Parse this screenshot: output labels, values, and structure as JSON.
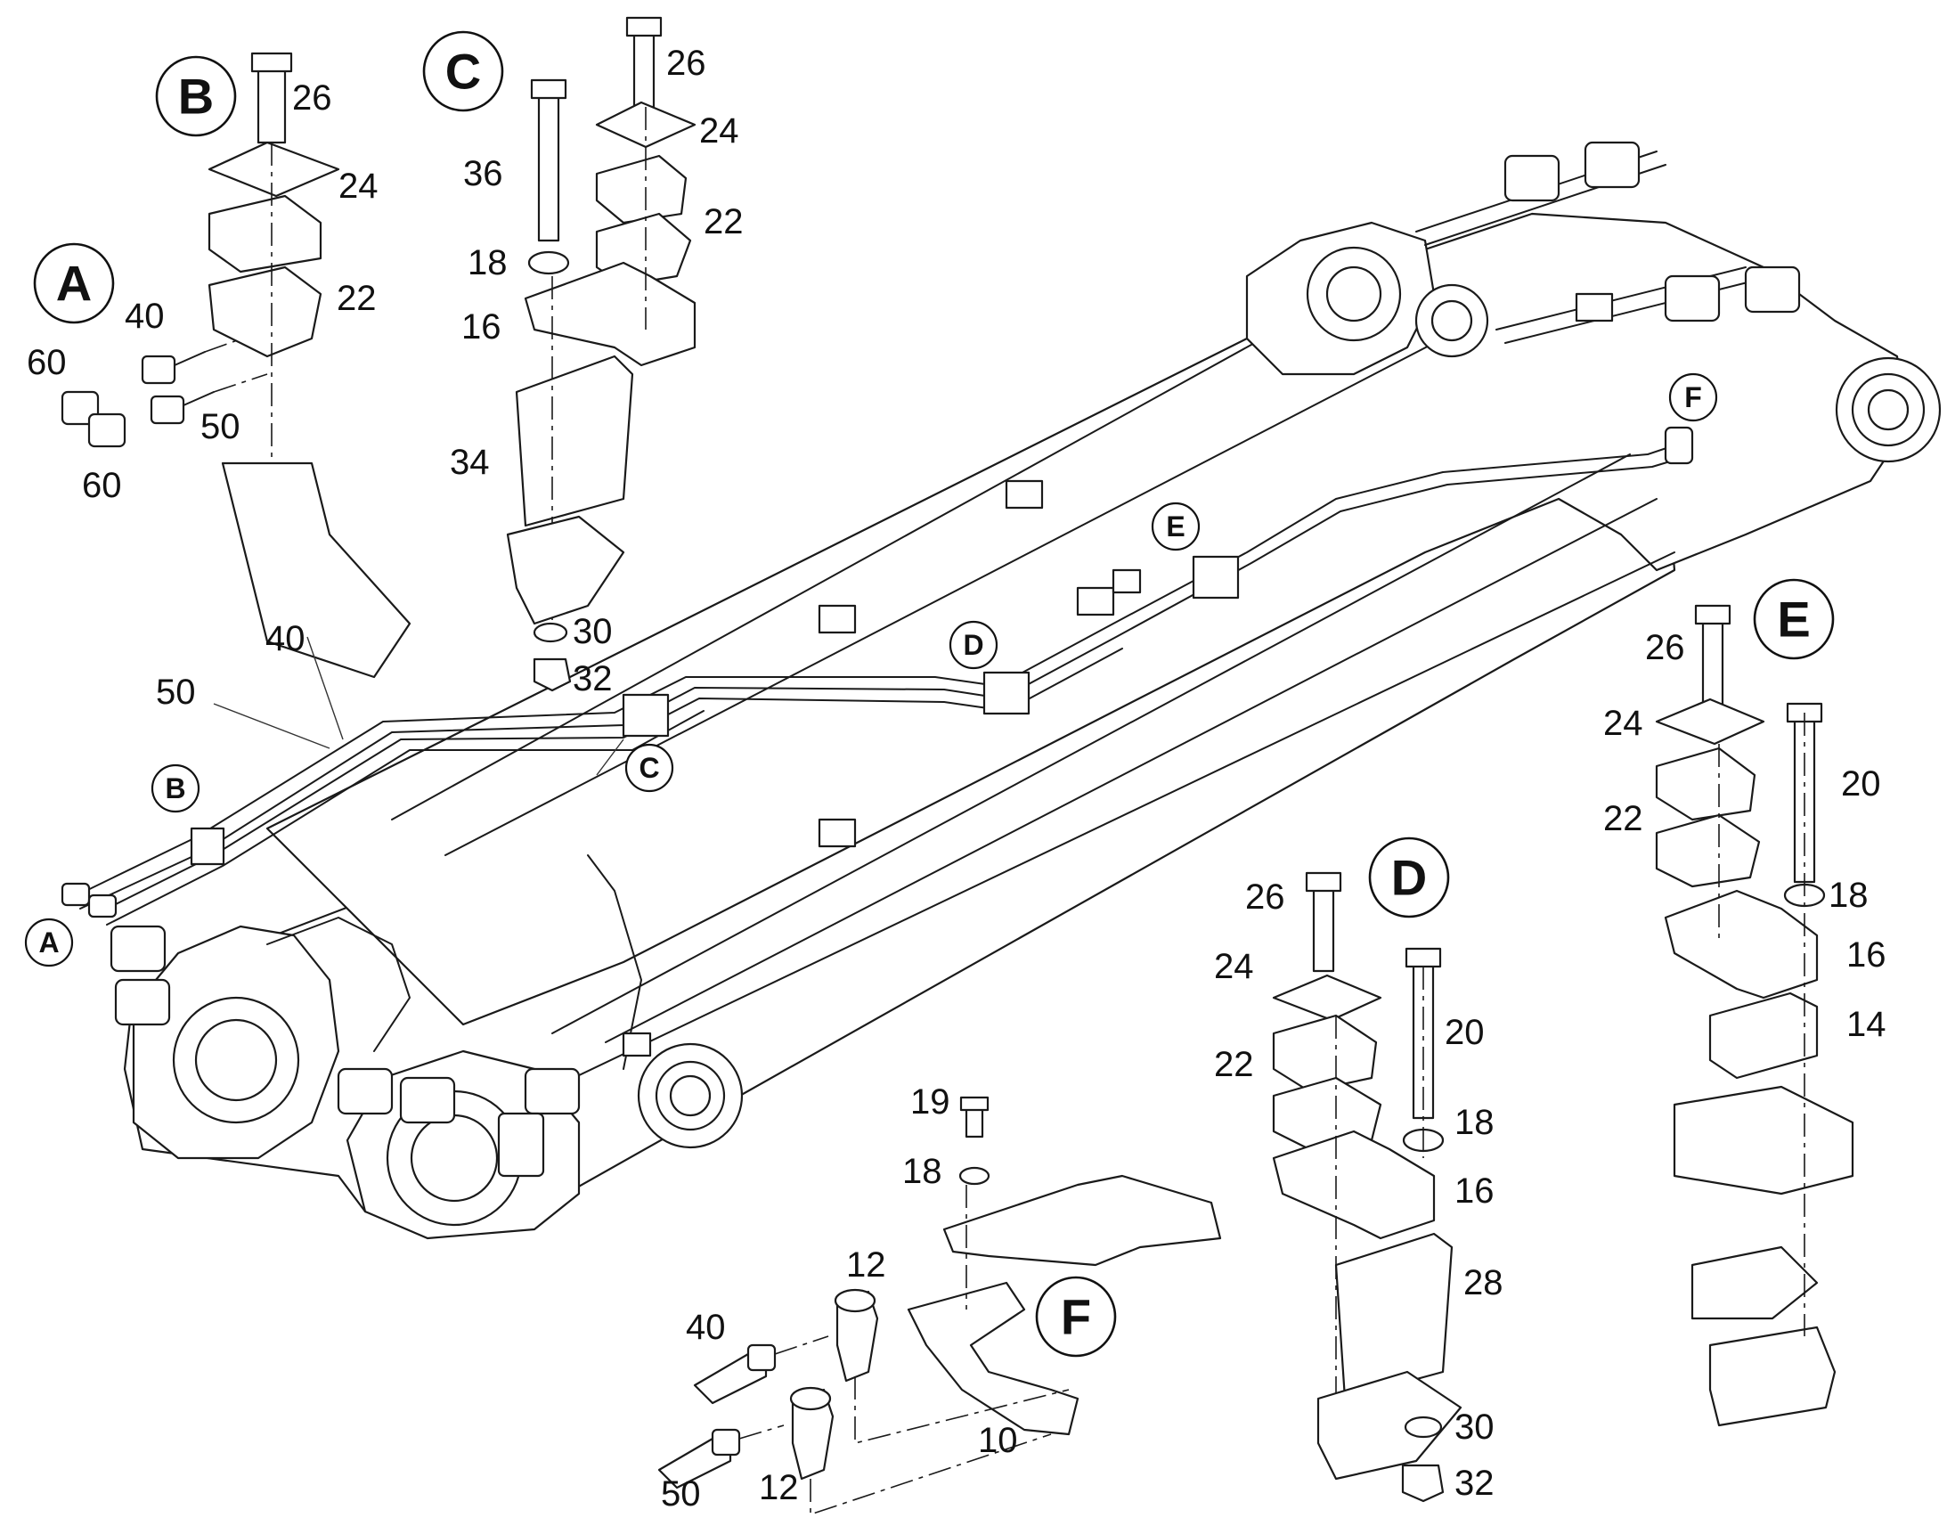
{
  "callouts": {
    "A": "A",
    "B": "B",
    "C": "C",
    "D": "D",
    "E": "E",
    "F": "F"
  },
  "part_numbers": {
    "n10": "10",
    "n12": "12",
    "n14": "14",
    "n16": "16",
    "n18": "18",
    "n19": "19",
    "n20": "20",
    "n22": "22",
    "n24": "24",
    "n26": "26",
    "n28": "28",
    "n30": "30",
    "n32": "32",
    "n34": "34",
    "n36": "36",
    "n40": "40",
    "n50": "50",
    "n60": "60"
  },
  "colors": {
    "line": "#1a1a1a",
    "background": "#ffffff"
  }
}
